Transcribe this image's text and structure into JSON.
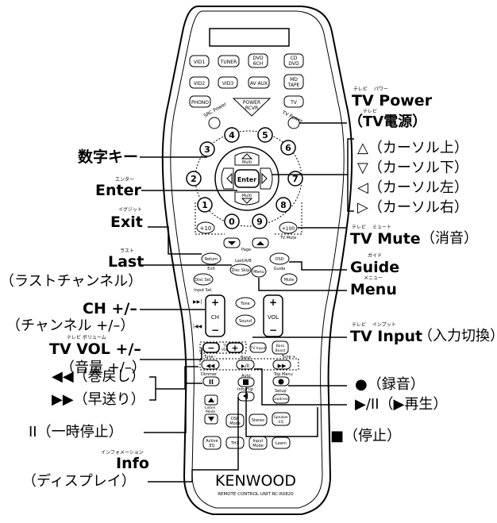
{
  "remote": {
    "brand": "KENWOOD",
    "model": "REMOTE CONTROL UNIT RC-R0820",
    "top_buttons": [
      {
        "id": "vid1",
        "label": "VID1"
      },
      {
        "id": "tuner",
        "label": "TUNER"
      },
      {
        "id": "dvd",
        "label": "DVD\n6CH"
      },
      {
        "id": "cd",
        "label": "CD\nDVD"
      },
      {
        "id": "vid2",
        "label": "VID2"
      },
      {
        "id": "vid3",
        "label": "VID3"
      },
      {
        "id": "avaux",
        "label": "AV AUX"
      },
      {
        "id": "md",
        "label": "MD\nTAPE"
      },
      {
        "id": "phono",
        "label": "PHONO"
      },
      {
        "id": "tv",
        "label": "TV"
      }
    ],
    "power_rcvr": "POWER\nRCVR",
    "src_power": "SRC Power",
    "tv_power": "TV Power",
    "digits": [
      "0",
      "1",
      "2",
      "3",
      "4",
      "5",
      "6",
      "7",
      "8",
      "9"
    ],
    "plus10": "+10",
    "plus100": "+100",
    "tv_mute": "TV Mute",
    "multi": "Multi",
    "enter": "Enter",
    "page": "Page",
    "return_btn": "Return",
    "exit_lbl": "Exit",
    "osd": "OSD",
    "guide_lbl": "Guide",
    "last_ab": "Last/A/B",
    "disc_skip": "Disc Skip",
    "menu": "Menu",
    "mute": "Mute",
    "disc_sel": "Disc Sel.",
    "input_sel": "Input Sel.",
    "ch": "CH",
    "tone": "Tone",
    "sound": "Sound",
    "vol": "VOL",
    "tv_vol": "TV VOL",
    "tv_input": "TV Input",
    "bass_boost": "Bass\nBoost",
    "tune_minus": "Tune -",
    "tune_plus": "Tune +",
    "band": "Band",
    "dimmer": "Dimmer",
    "top_menu": "Top Menu",
    "setup": "Setup",
    "loudness": "Loudness",
    "auto": "Auto",
    "info_flip": "Info/Flip",
    "listen_mode": "Listen\nMode",
    "dsp_mode": "DSP\nMode",
    "stereo": "Stereo",
    "speaker_eq": "Speaker\nEQ",
    "active_eq": "Active\nEQ",
    "thx": "THX",
    "input_mode": "Input\nMode",
    "learn": "Learn"
  },
  "left_labels": {
    "digits": "数字キー",
    "enter_ruby": "エンター",
    "enter": "Enter",
    "exit_ruby": "イグジット",
    "exit": "Exit",
    "last_ruby": "ラスト",
    "last": "Last",
    "last_desc": "（ラストチャンネル）",
    "ch": "CH +/–",
    "ch_desc": "（チャンネル +/–）",
    "tvvol_ruby": "テレビ ボリューム",
    "tvvol": "TV VOL +/–",
    "tvvol_desc": "（音量 +/–）",
    "rew": "◀◀（巻戻し）",
    "ff": "▶▶（早送り）",
    "pause": "II（一時停止）",
    "info_ruby": "インフォメーション",
    "info": "Info",
    "info_desc": "（ディスプレイ）"
  },
  "right_labels": {
    "tvpower_ruby": "テレビ　 パワー",
    "tvpower": "TV Power",
    "tvpower_desc_ruby": "テレビ",
    "tvpower_desc": "（TV電源）",
    "cursor_up": "△（カーソル上）",
    "cursor_down": "▽（カーソル下）",
    "cursor_left": "◁（カーソル左）",
    "cursor_right": "▷（カーソル右）",
    "tvmute_ruby": "テレビ　 ミュート",
    "tvmute": "TV Mute",
    "tvmute_desc": "（消音）",
    "guide_ruby": "ガイド",
    "guide": "Guide",
    "menu_ruby": "メニュー",
    "menu": "Menu",
    "tvinput_ruby": "テレビ　 インプット",
    "tvinput": "TV Input",
    "tvinput_desc": "（入力切換）",
    "rec": "●（録音）",
    "play": "▶/II（▶再生）",
    "stop": "■（停止）"
  }
}
